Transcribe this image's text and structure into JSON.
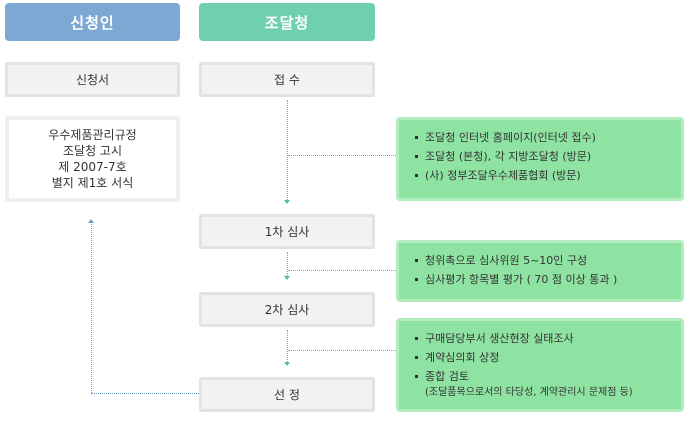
{
  "headers": {
    "applicant": "신청인",
    "procurement": "조달청"
  },
  "applicant": {
    "form_title": "신청서",
    "form_detail": [
      "우수제품관리규정",
      "조달청 고시",
      "제 2007-7호",
      "별지 제1호 서식"
    ]
  },
  "steps": {
    "receipt": "접 수",
    "review1": "1차 심사",
    "review2": "2차 심사",
    "selection": "선 정"
  },
  "notes": {
    "receipt": [
      "조달청 인터넷 홈페이지(인터넷 접수)",
      "조달청 (본청), 각 지방조달청 (방문)",
      "(사) 정부조달우수제품협회 (방문)"
    ],
    "review1": [
      "청위촉으로 심사위원 5~10인 구성",
      "심사평가 항목별 평가 ( 70 점 이상 통과 )"
    ],
    "review2": [
      "구매담당부서 생산현장 실태조사",
      "계약심의회 상정",
      "종합 검토"
    ],
    "review2_sub": "(조달품목으로서의 타당성, 계약관리시 문제점 등)"
  },
  "colors": {
    "applicant_header": "#7da8d3",
    "procurement_header": "#6fcfb0",
    "note_bg": "#8fe3a2"
  }
}
